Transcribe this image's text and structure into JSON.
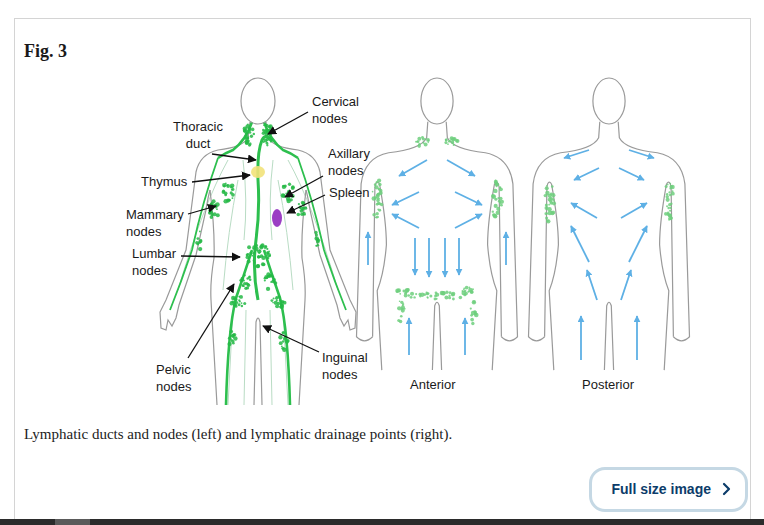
{
  "diagram": {
    "title": "Fig. 3",
    "caption": "Lymphatic ducts and nodes (left) and lymphatic drainage points (right).",
    "nodes": [
      {
        "text": [
          "Full size image"
        ]
      }
    ],
    "labels": [
      "Cervical nodes",
      "Thoracic duct",
      "Axillary nodes",
      "Thymus",
      "Spleen",
      "Mammary nodes",
      "Lumbar nodes",
      "Inguinal nodes",
      "Pelvic nodes",
      "Anterior",
      "Posterior"
    ]
  }
}
